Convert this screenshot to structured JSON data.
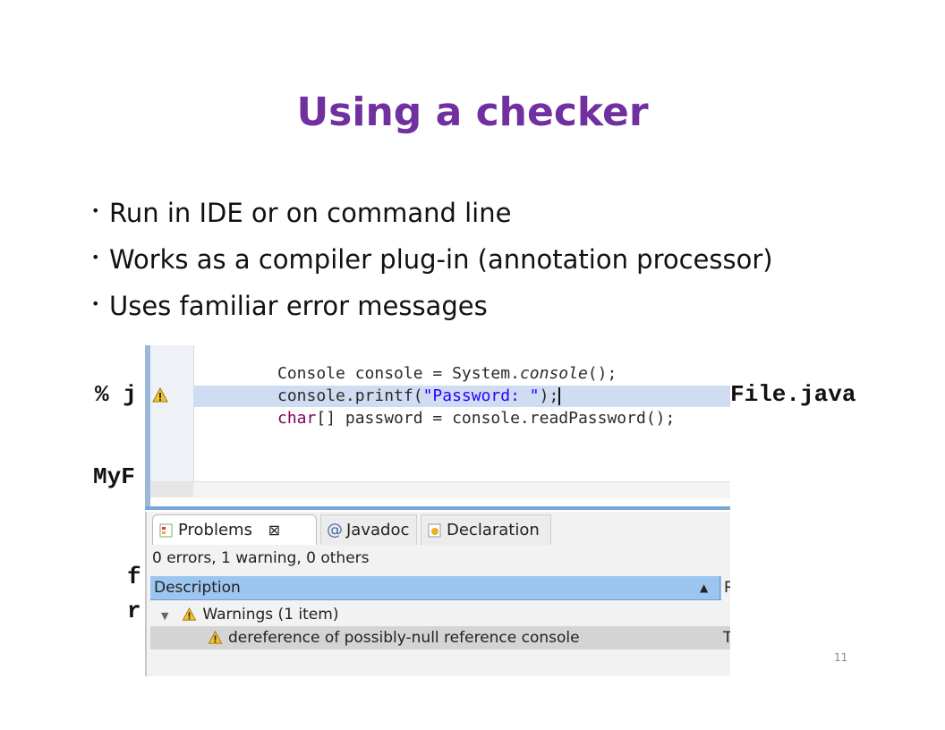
{
  "slide": {
    "title": "Using a checker",
    "bullets": [
      "Run in IDE or on command line",
      "Works as a compiler plug-in (annotation processor)",
      "Uses familiar error messages"
    ],
    "command_prefix": "% j",
    "command_suffix": "File.java",
    "output_prefix": "MyF",
    "code_frag_f": "f",
    "code_frag_r": "r",
    "slide_number": "11"
  },
  "editor": {
    "lines": [
      {
        "pre": "Console console = System.",
        "italic": "console",
        "post": "();"
      },
      {
        "pre": "console.printf(",
        "str": "\"Password: \"",
        "post": ");"
      },
      {
        "kw": "char",
        "post": "[] password = console.readPassword();"
      }
    ]
  },
  "problems_view": {
    "tabs": [
      "Problems",
      "Javadoc",
      "Declaration"
    ],
    "summary": "0 errors, 1 warning, 0 others",
    "column_header": "Description",
    "column2_header": "R",
    "group": "Warnings (1 item)",
    "warning": "dereference of possibly-null reference console",
    "warning_col2": "T"
  },
  "colors": {
    "title": "#7030a0",
    "header": "#9cc6ef",
    "highlight": "#cfdcf2"
  }
}
